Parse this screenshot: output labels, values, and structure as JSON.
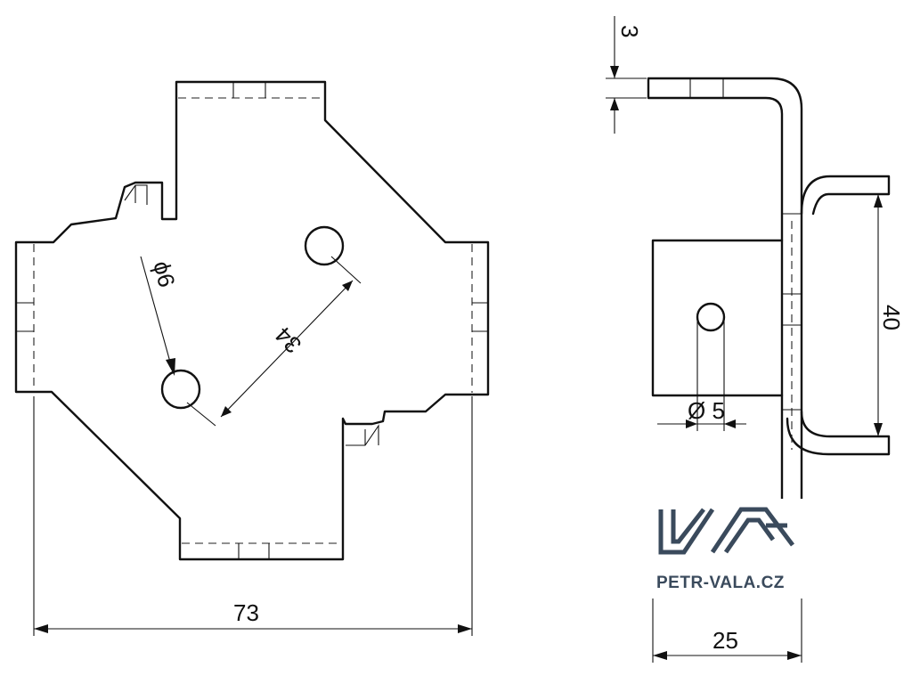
{
  "drawing": {
    "title": "",
    "views": {
      "flat_pattern": {
        "dimensions": {
          "overall_width": "73",
          "hole_diameter": "ϕ6",
          "hole_spacing": "34"
        }
      },
      "side_view": {
        "dimensions": {
          "thickness": "3",
          "height": "40",
          "hole_diameter": "Ø 5",
          "width": "25"
        }
      }
    },
    "logo": {
      "mark": "VA",
      "website": "PETR-VALA.CZ",
      "color": "#3a4a5c"
    }
  }
}
